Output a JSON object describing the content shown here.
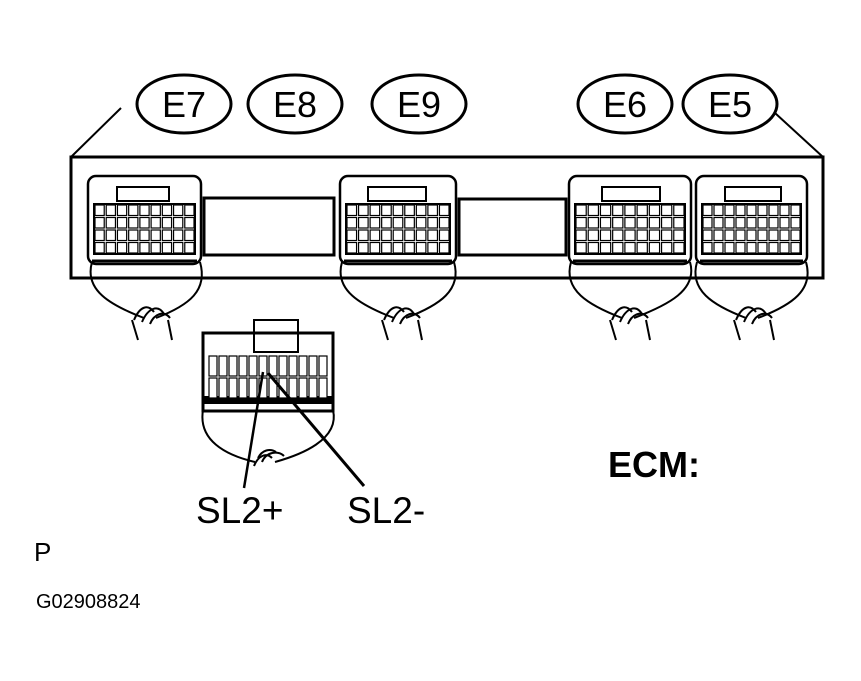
{
  "connector_labels": [
    {
      "id": "e7",
      "text": "E7"
    },
    {
      "id": "e8",
      "text": "E8"
    },
    {
      "id": "e9",
      "text": "E9"
    },
    {
      "id": "e6",
      "text": "E6"
    },
    {
      "id": "e5",
      "text": "E5"
    }
  ],
  "terminals": {
    "sl2_plus": "SL2+",
    "sl2_minus": "SL2-"
  },
  "component_label": "ECM:",
  "view_code": "P",
  "figure_id": "G02908824",
  "colors": {
    "ink": "#000000",
    "paper": "#ffffff"
  }
}
